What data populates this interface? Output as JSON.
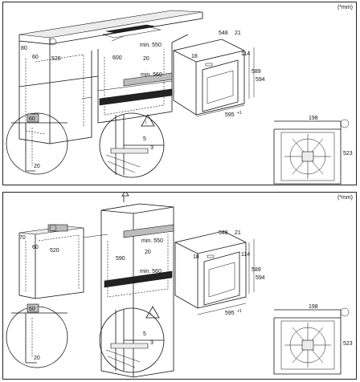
{
  "unit_label": "(*mm)",
  "panels": [
    {
      "cabinet_dims": {
        "top_depth": "80",
        "small_a": "60",
        "width_520": "520",
        "height_600": "600",
        "min_550": "min. 550",
        "gap_20": "20",
        "min_560": "min. 560"
      },
      "oven_dims": {
        "depth": "548",
        "offset": "21",
        "top_gap": "18",
        "side": "114",
        "height_589": "589",
        "height_594": "594",
        "width": "595",
        "width_tol": "+1"
      },
      "detail_left": {
        "badge": "60",
        "bottom": "20"
      },
      "detail_circle": {
        "v5": "5",
        "v3": "3"
      },
      "detail_hob": {
        "width": "198",
        "depth": "523"
      }
    },
    {
      "cabinet_dims": {
        "top_depth": "70",
        "small_a": "60",
        "width_520": "520",
        "height_590": "590",
        "min_550": "min. 550",
        "gap_20": "20",
        "min_560": "min. 560"
      },
      "oven_dims": {
        "depth": "548",
        "offset": "21",
        "top_gap": "18",
        "side": "114",
        "height_589": "589",
        "height_594": "594",
        "width": "595",
        "width_tol": "+1"
      },
      "detail_left": {
        "badge": "60",
        "bottom": "20"
      },
      "detail_circle": {
        "v5": "5",
        "v3": "3"
      },
      "detail_hob": {
        "width": "198",
        "depth": "523"
      }
    }
  ]
}
